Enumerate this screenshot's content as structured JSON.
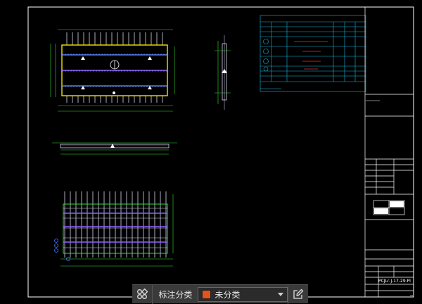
{
  "toolbar": {
    "grid_icon": "grid-icon",
    "category_label": "标注分类",
    "category_value": "未分类",
    "category_color": "#e2541b",
    "edit_icon": "edit-note-icon"
  },
  "title_block": {
    "drawing_number": "PCJLr-J-17-29.PI"
  },
  "colors": {
    "background": "#000000",
    "frame": "#ffffff",
    "table": "#18b7e0",
    "outline": "#f2e200",
    "rebar": "#4a7cff",
    "dimension": "#2fe02f",
    "annotation": "#ff2020"
  }
}
